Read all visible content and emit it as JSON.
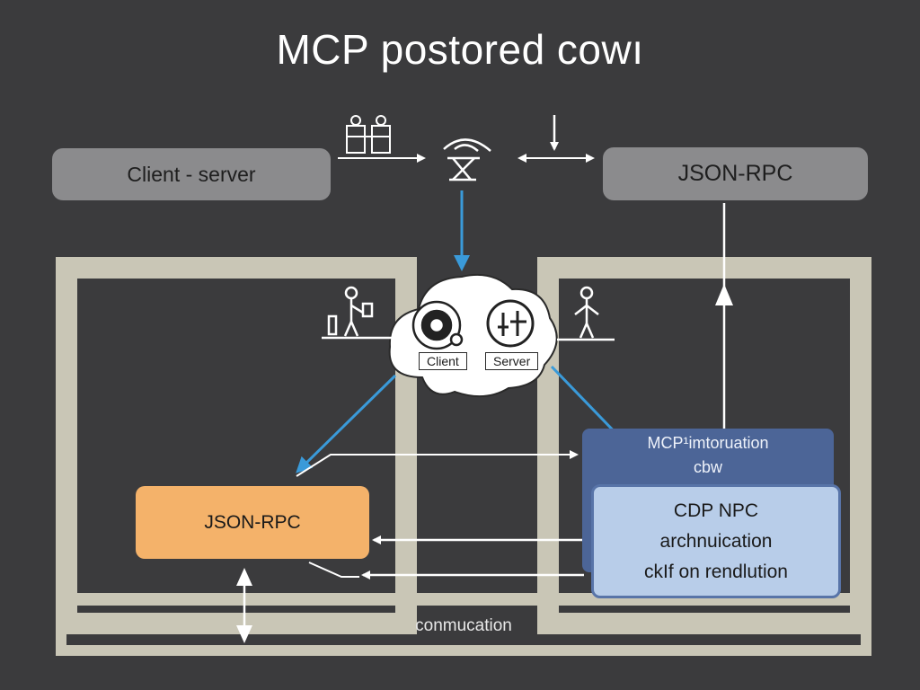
{
  "title": "MCP postored cowı",
  "client_server_label": "Client - server",
  "json_rpc_top_label": "JSON-RPC",
  "cloud": {
    "client_label": "Client",
    "server_label": "Server"
  },
  "json_rpc_bottom_label": "JSON-RPC",
  "mcp_box": {
    "line1": "MCP¹imtoruation",
    "line2": "cbw"
  },
  "cdp_box": {
    "line1": "CDP NPC",
    "line2": "archnuication",
    "line3": "ckIf on rendlution"
  },
  "bottom_label": "conmucation",
  "colors": {
    "background": "#3b3b3d",
    "frame": "#c9c6b6",
    "gray_pill": "#8b8b8d",
    "orange_box": "#f4b26a",
    "navy_box": "#4c6597",
    "light_blue_box": "#b8cde9",
    "blue_arrow": "#3a9ad9"
  },
  "icons": [
    "people-icon",
    "satellite-dish-icon",
    "down-arrow-icon",
    "person-with-laptop-icon",
    "person-icon",
    "globe-icon",
    "plus-icon",
    "swap-arrow-icon"
  ]
}
